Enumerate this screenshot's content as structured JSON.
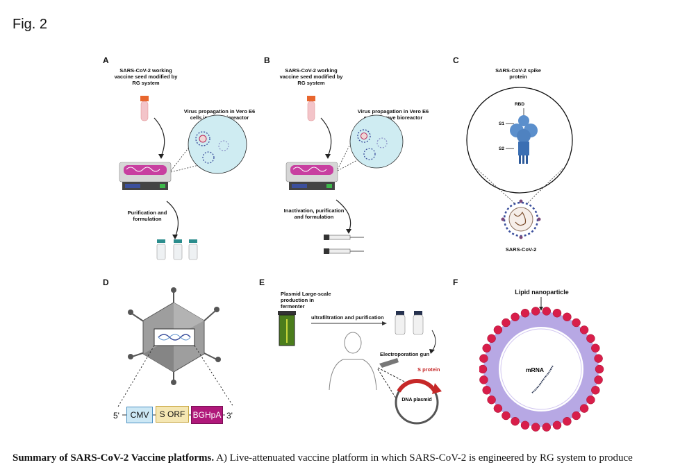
{
  "figure": {
    "title": "Fig. 2"
  },
  "panels": {
    "a": {
      "letter": "A",
      "seed": "SARS-CoV-2 working vaccine seed modified by RG system",
      "propagation": "Virus propagation in Vero E6 cells  in wave bioreactor",
      "purification": "Purification and formulation"
    },
    "b": {
      "letter": "B",
      "seed": "SARS-CoV-2 working vaccine seed modified by RG system",
      "propagation": "Virus propagation in Vero E6 cells  in wave bioreactor",
      "purification": "Inactivation, purification and formulation"
    },
    "c": {
      "letter": "C",
      "spike": "SARS-CoV-2 spike protein",
      "rbd": "RBD",
      "s1": "S1",
      "s2": "S2",
      "virus": "SARS-CoV-2"
    },
    "d": {
      "letter": "D",
      "five": "5'",
      "three": "3'",
      "cmv": "CMV",
      "sorf": "S ORF",
      "bgh": "BGHpA"
    },
    "e": {
      "letter": "E",
      "plasmid": "Plasmid  Large-scale production in fermenter",
      "ultra": "ultrafiltration and purification",
      "gun": "Electroporation gun",
      "sprotein": "S protein",
      "dna": "DNA plasmid"
    },
    "f": {
      "letter": "F",
      "lipid": "Lipid nanoparticle",
      "mrna": "mRNA"
    }
  },
  "caption": {
    "bold": "Summary of SARS-CoV-2 Vaccine platforms.",
    "text": " A) Live-attenuated vaccine platform in which SARS-CoV-2 is engineered by RG system to produce"
  },
  "colors": {
    "vial_cap": "#e8662e",
    "bioreactor_pink": "#c83fa0",
    "virus_blue": "#3b4f9c",
    "spike_blue": "#5b8fcc",
    "lipid_red": "#d81e4a",
    "cmv_blue": "#cde8f5",
    "sorf_yellow": "#f5e7b3",
    "bgh_magenta": "#b0187a",
    "fermenter_green": "#4b7d1c",
    "plasmid_red": "#c62828"
  }
}
